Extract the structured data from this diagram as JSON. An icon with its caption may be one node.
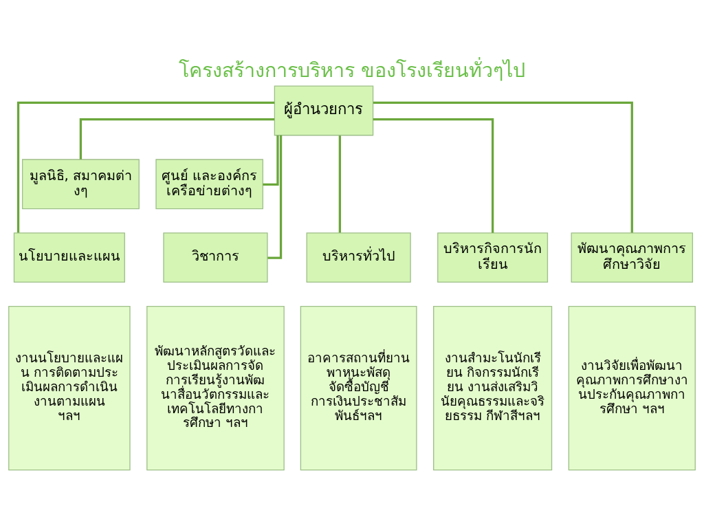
{
  "diagram": {
    "title": "โครงสร้างการบริหาร ของโรงเรียนทั่วๆไป",
    "nodes": [
      {
        "text": [
          "ผู้อำนวยการ"
        ]
      },
      {
        "text": [
          "มูลนิธิ, สมาคมต่างๆ"
        ]
      },
      {
        "text": [
          "ศูนย์ และองค์กรเครือข่ายต่างๆ"
        ]
      },
      {
        "text": [
          "นโยบายและแผน"
        ]
      },
      {
        "text": [
          "วิชาการ"
        ]
      },
      {
        "text": [
          "บริหารทั่วไป"
        ]
      },
      {
        "text": [
          "บริหารกิจการนักเรียน"
        ]
      },
      {
        "text": [
          "พัฒนาคุณภาพการศึกษาวิจัย"
        ]
      },
      {
        "text": [
          "งานนโยบายและแผน การติดตามประเมินผลการดำเนินงานตามแผน ฯลฯ"
        ]
      },
      {
        "text": [
          "พัฒนาหลักสูตรวัดและประเมินผลการจัดการเรียนรู้งานพัฒนาสื่อนวัตกรรมและเทคโนโลยีทางการศึกษา ฯลฯ"
        ]
      },
      {
        "text": [
          "อาคารสถานที่ยานพาหนะพัสดุ จัดซื้อบัญชี การเงินประชาสัมพันธ์ฯลฯ"
        ]
      },
      {
        "text": [
          "งานสำมะโนนักเรียน กิจกรรมนักเรียน งานส่งเสริมวินัยคุณธรรมและจริยธรรม กีฬาสีฯลฯ"
        ]
      },
      {
        "text": [
          "งานวิจัยเพื่อพัฒนาคุณภาพการศึกษางานประกันคุณภาพการศึกษา ฯลฯ"
        ]
      }
    ],
    "edges": [
      {
        "from": 0,
        "to": 1,
        "arrow": "none"
      },
      {
        "from": 0,
        "to": 2,
        "arrow": "none"
      },
      {
        "from": 0,
        "to": 3,
        "arrow": "none"
      },
      {
        "from": 0,
        "to": 4,
        "arrow": "none"
      },
      {
        "from": 0,
        "to": 5,
        "arrow": "none"
      },
      {
        "from": 0,
        "to": 6,
        "arrow": "none"
      },
      {
        "from": 0,
        "to": 7,
        "arrow": "none"
      }
    ]
  }
}
